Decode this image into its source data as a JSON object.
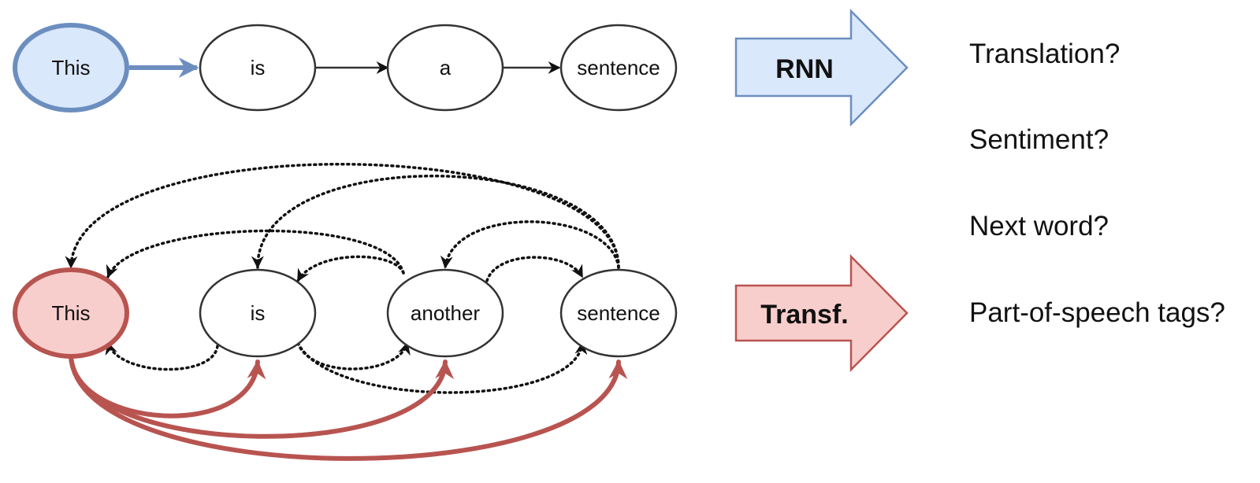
{
  "rnn_row": {
    "words": [
      "This",
      "is",
      "a",
      "sentence"
    ],
    "fill_color": "#dae8fc",
    "stroke_color": "#6c8ebf"
  },
  "transformer_row": {
    "words": [
      "This",
      "is",
      "another",
      "sentence"
    ],
    "fill_color": "#f8cecc",
    "stroke_color": "#b85450"
  },
  "models": {
    "rnn_label": "RNN",
    "transformer_label": "Transf."
  },
  "tasks": [
    "Translation?",
    "Sentiment?",
    "Next word?",
    "Part-of-speech tags?"
  ]
}
